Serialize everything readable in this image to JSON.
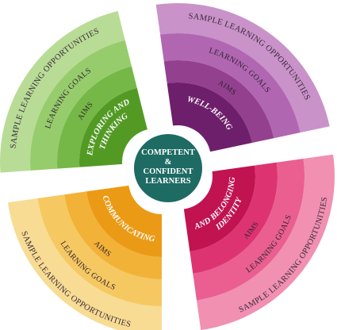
{
  "center": {
    "line1": "COMPETENT",
    "line2": "&",
    "line3": "CONFIDENT",
    "line4": "LEARNERS",
    "color": "#1e6b63"
  },
  "ring_labels": {
    "outer": "SAMPLE LEARNING OPPORTUNITIES",
    "middle": "LEARNING GOALS",
    "inner": "AIMS"
  },
  "strands": [
    {
      "id": "wellbeing",
      "line1": "WELL-BEING",
      "line2": "",
      "colors": {
        "outer": "#c992c9",
        "middle": "#b166b2",
        "inner": "#93408f",
        "core": "#6e1f6b"
      }
    },
    {
      "id": "identity",
      "line1": "IDENTITY",
      "line2": "AND BELONGING",
      "colors": {
        "outer": "#f190b1",
        "middle": "#ea5f8f",
        "inner": "#dd3471",
        "core": "#c0134f"
      }
    },
    {
      "id": "communicating",
      "line1": "COMMUNICATING",
      "line2": "",
      "colors": {
        "outer": "#f8dc93",
        "middle": "#f5c862",
        "inner": "#f2b238",
        "core": "#eb9a16"
      }
    },
    {
      "id": "exploring",
      "line1": "EXPLORING AND",
      "line2": "THINKING",
      "colors": {
        "outer": "#b8dc96",
        "middle": "#97cc6c",
        "inner": "#76b847",
        "core": "#529a24"
      }
    }
  ]
}
